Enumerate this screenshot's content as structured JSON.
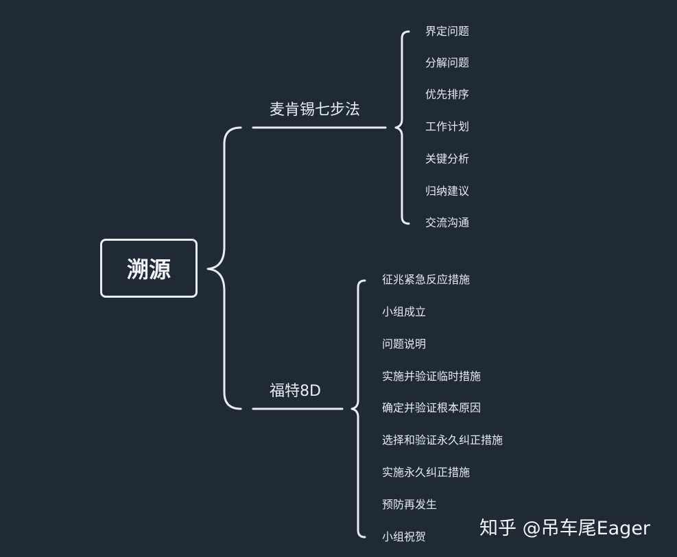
{
  "root": {
    "label": "溯源"
  },
  "branches": [
    {
      "label": "麦肯锡七步法",
      "items": [
        "界定问题",
        "分解问题",
        "优先排序",
        "工作计划",
        "关键分析",
        "归纳建议",
        "交流沟通"
      ]
    },
    {
      "label": "福特8D",
      "items": [
        "征兆紧急反应措施",
        "小组成立",
        "问题说明",
        "实施并验证临时措施",
        "确定并验证根本原因",
        "选择和验证永久纠正措施",
        "实施永久纠正措施",
        "预防再发生",
        "小组祝贺"
      ]
    }
  ],
  "watermark": "知乎 @吊车尾Eager",
  "colors": {
    "background": "#1f2a35",
    "line": "#e9eef3",
    "text": "#e8edf2"
  }
}
